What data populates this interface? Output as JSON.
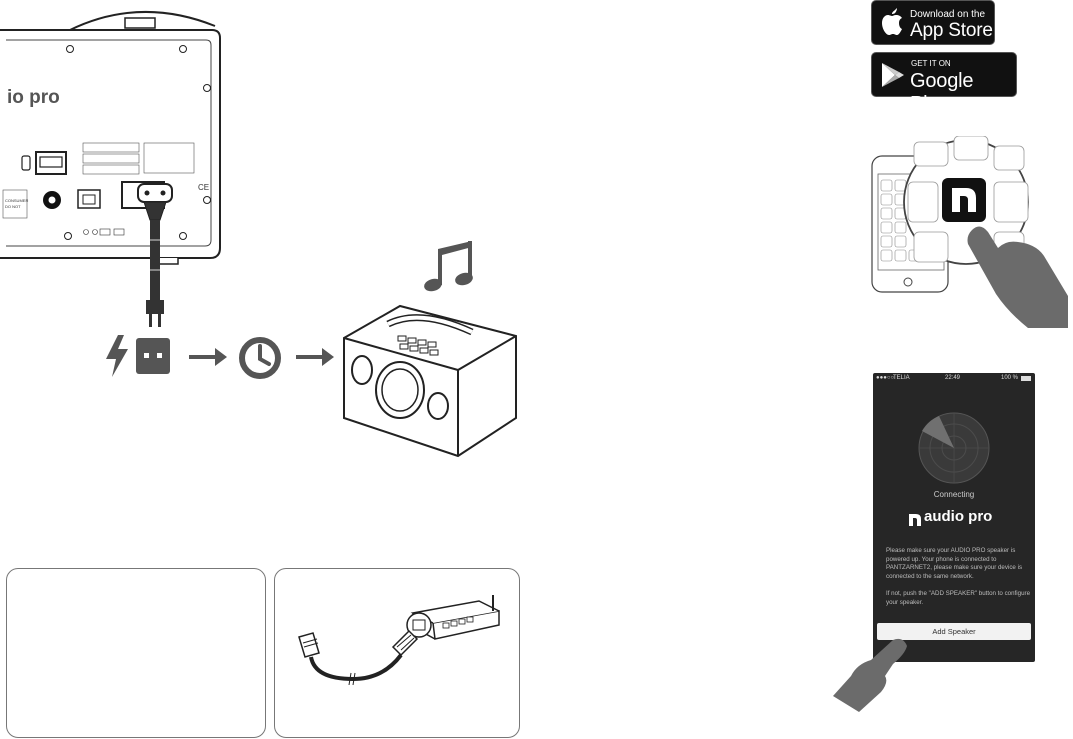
{
  "speaker_back": {
    "brand": "io pro"
  },
  "app_store": {
    "small_text": "Download on the",
    "big_text": "App Store"
  },
  "google_play": {
    "small_text": "GET IT ON",
    "big_text": "Google Play"
  },
  "app_screen": {
    "status": {
      "carrier": "TELIA",
      "time": "22:49",
      "battery": "100 %"
    },
    "connecting": "Connecting",
    "brand": "audio pro",
    "message_1": "Please make sure your AUDIO PRO speaker is powered up. Your phone is connected to PANTZARNET2, please make sure your device is connected to the same network.",
    "message_2": "If not, push the \"ADD SPEAKER\" button to configure your speaker.",
    "add_button": "Add Speaker"
  }
}
